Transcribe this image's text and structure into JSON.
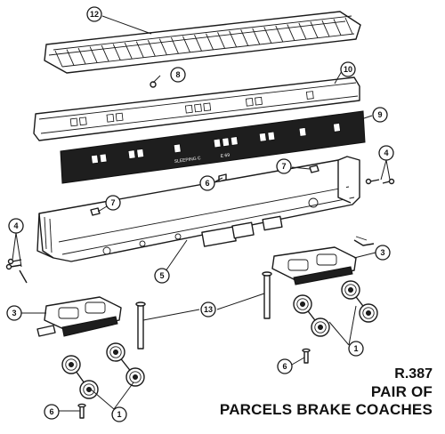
{
  "model": {
    "code": "R.387",
    "title_line1": "PAIR OF",
    "title_line2": "PARCELS BRAKE COACHES"
  },
  "coach_side_lettering": {
    "left": "SLEEPING C",
    "right": "E 69"
  },
  "callouts": {
    "c12": "12",
    "c8": "8",
    "c10": "10",
    "c9": "9",
    "c7a": "7",
    "c6a": "6",
    "c7b": "7",
    "c4a": "4",
    "c4b": "4",
    "c3a": "3",
    "c5": "5",
    "c3b": "3",
    "c13": "13",
    "c1a": "1",
    "c6b": "6",
    "c6c": "6",
    "c1b": "1"
  },
  "colors": {
    "ink": "#1a1a1a",
    "paper": "#ffffff"
  }
}
